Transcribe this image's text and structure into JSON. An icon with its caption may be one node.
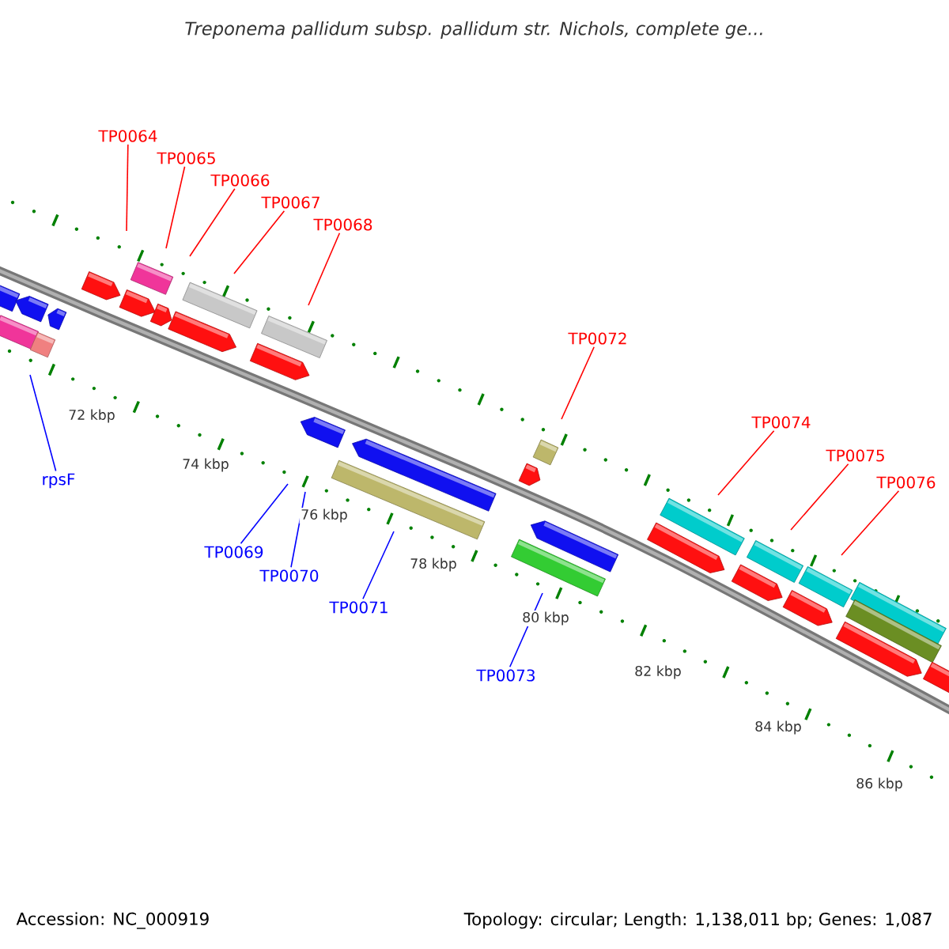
{
  "diagram": {
    "title": "Treponema pallidum subsp. pallidum str. Nichols, complete ge...",
    "nodes": [
      {
        "text": [
          "TP0064"
        ]
      },
      {
        "text": [
          "TP0065"
        ]
      },
      {
        "text": [
          "TP0066"
        ]
      },
      {
        "text": [
          "TP0067"
        ]
      },
      {
        "text": [
          "TP0068"
        ]
      },
      {
        "text": [
          "TP0072"
        ]
      },
      {
        "text": [
          "TP0074"
        ]
      },
      {
        "text": [
          "TP0075"
        ]
      },
      {
        "text": [
          "TP0076"
        ]
      },
      {
        "text": [
          "rpsF"
        ]
      },
      {
        "text": [
          "TP0069"
        ]
      },
      {
        "text": [
          "TP0070"
        ]
      },
      {
        "text": [
          "TP0071"
        ]
      },
      {
        "text": [
          "TP0073"
        ]
      }
    ],
    "edges": [
      {
        "from": 0,
        "to": null,
        "arrow": "none"
      },
      {
        "from": 1,
        "to": null,
        "arrow": "none"
      },
      {
        "from": 2,
        "to": null,
        "arrow": "none"
      },
      {
        "from": 3,
        "to": null,
        "arrow": "none"
      },
      {
        "from": 4,
        "to": null,
        "arrow": "none"
      },
      {
        "from": 5,
        "to": null,
        "arrow": "none"
      },
      {
        "from": 6,
        "to": null,
        "arrow": "none"
      },
      {
        "from": 7,
        "to": null,
        "arrow": "none"
      },
      {
        "from": 8,
        "to": null,
        "arrow": "none"
      },
      {
        "from": 9,
        "to": null,
        "arrow": "none",
        "color": "#0000ff"
      },
      {
        "from": 10,
        "to": null,
        "arrow": "none",
        "color": "#0000ff"
      },
      {
        "from": 11,
        "to": null,
        "arrow": "none",
        "color": "#0000ff"
      },
      {
        "from": 12,
        "to": null,
        "arrow": "none",
        "color": "#0000ff"
      },
      {
        "from": 13,
        "to": null,
        "arrow": "none",
        "color": "#0000ff"
      }
    ],
    "labels": [
      "72 kbp",
      "74 kbp",
      "76 kbp",
      "78 kbp",
      "80 kbp",
      "82 kbp",
      "84 kbp",
      "86 kbp",
      "Accession: NC_000919",
      "Topology: circular; Length: 1,138,011 bp; Genes: 1,087"
    ]
  }
}
